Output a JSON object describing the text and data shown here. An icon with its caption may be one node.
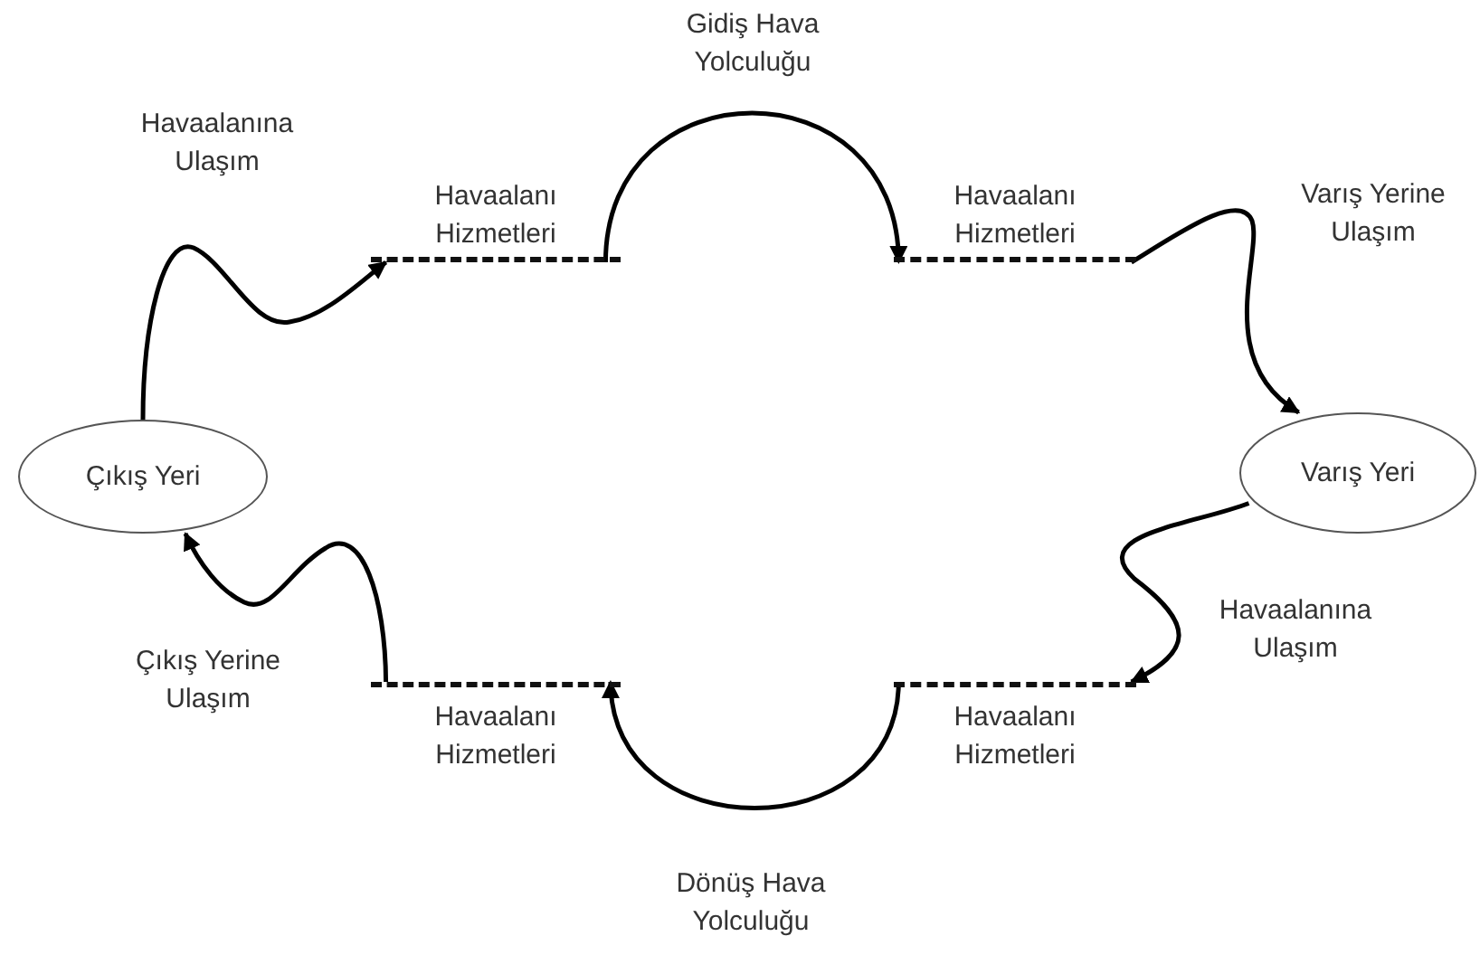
{
  "diagram": {
    "nodes": [
      {
        "text": [
          "Havaalanı Hizmetleri"
        ]
      },
      {
        "text": [
          "Havaalanı Hizmetleri"
        ]
      },
      {
        "text": [
          "Çıkış Yeri"
        ]
      },
      {
        "text": [
          "Varış Yeri"
        ]
      },
      {
        "text": [
          "Havaalanı Hizmetleri"
        ]
      },
      {
        "text": [
          "Havaalanı Hizmetleri"
        ]
      }
    ],
    "edges": [
      {
        "from": 2,
        "to": 0,
        "arrow": "to",
        "label": "Havaalanına Ulaşım"
      },
      {
        "from": 0,
        "to": 1,
        "arrow": "to",
        "label": "Gidiş Hava Yolculuğu"
      },
      {
        "from": 1,
        "to": 3,
        "arrow": "to",
        "label": "Varış Yerine Ulaşım"
      },
      {
        "from": 3,
        "to": 5,
        "arrow": "to",
        "label": "Havaalanına Ulaşım"
      },
      {
        "from": 5,
        "to": 4,
        "arrow": "to",
        "label": "Dönüş Hava Yolculuğu"
      },
      {
        "from": 4,
        "to": 2,
        "arrow": "to",
        "label": "Çıkış Yerine Ulaşım"
      }
    ]
  }
}
